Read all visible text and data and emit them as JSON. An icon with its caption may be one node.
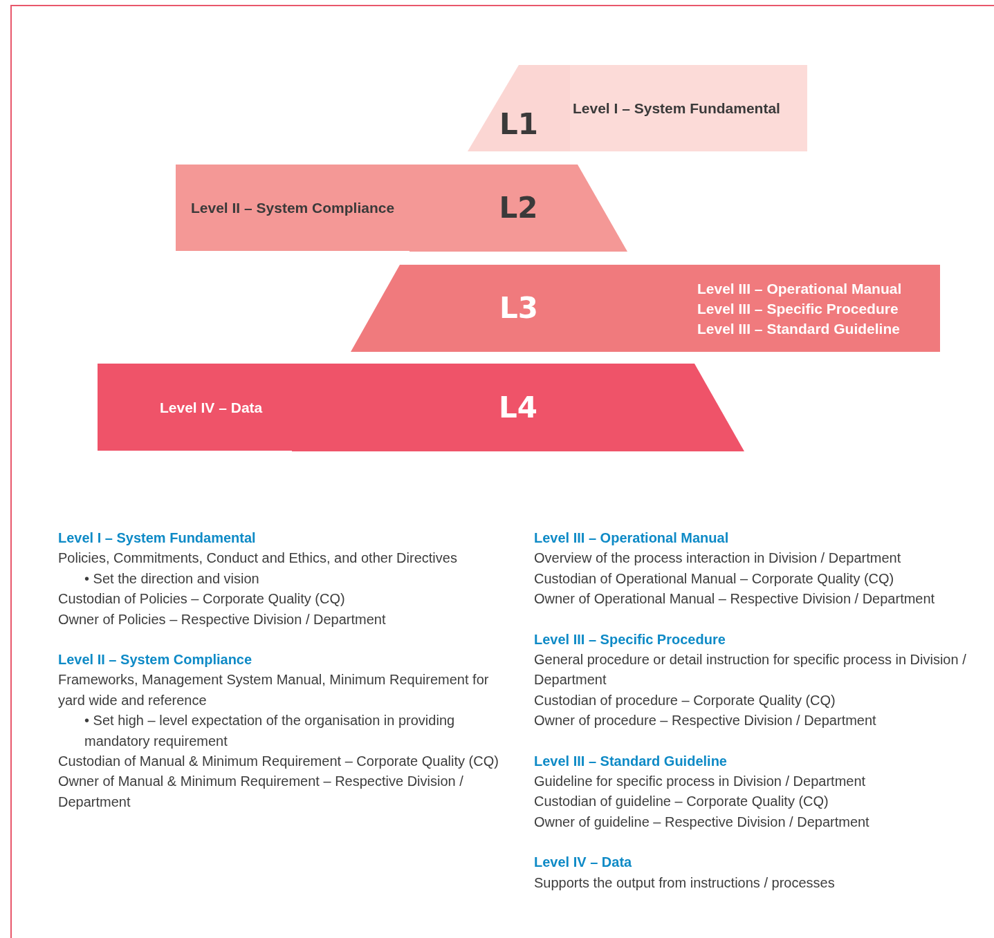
{
  "diagram": {
    "nodes": [
      {
        "text": [
          "L1"
        ]
      },
      {
        "text": [
          "Level I – System Fundamental"
        ]
      },
      {
        "text": [
          "Level II – System Compliance"
        ]
      },
      {
        "text": [
          "L2"
        ]
      },
      {
        "text": [
          "L3"
        ]
      },
      {
        "text": [
          "Level III – Operational Manual",
          "Level III – Specific Procedure",
          "Level III – Standard Guideline"
        ]
      },
      {
        "text": [
          "Level IV – Data"
        ]
      },
      {
        "text": [
          "L4"
        ]
      }
    ],
    "edges": [],
    "labels": [
      "Level I – System Fundamental",
      "Policies, Commitments, Conduct and Ethics, and other Directives",
      "• Set the direction and vision",
      "Custodian of Policies – Corporate Quality (CQ)",
      "Owner of Policies – Respective Division / Department",
      "Level II – System Compliance",
      "Frameworks, Management System Manual, Minimum Requirement for yard wide and reference",
      "• Set high – level expectation of the organisation in providing mandatory requirement",
      "Custodian of Manual & Minimum Requirement – Corporate Quality (CQ)",
      "Owner of Manual & Minimum Requirement – Respective Division / Department",
      "Level III – Operational Manual",
      "Overview of the process interaction in Division / Department",
      "Custodian of Operational Manual – Corporate Quality (CQ)",
      "Owner of Operational Manual – Respective Division / Department",
      "Level III – Specific Procedure",
      "General procedure or detail instruction for specific process in Division / Department",
      "Custodian of procedure – Corporate Quality (CQ)",
      "Owner of procedure – Respective Division / Department",
      "Level III – Standard Guideline",
      "Guideline for specific process in Division / Department",
      "Custodian of guideline – Corporate Quality (CQ)",
      "Owner of guideline – Respective Division / Department",
      "Level IV – Data",
      "Supports the output from instructions / processes"
    ]
  }
}
